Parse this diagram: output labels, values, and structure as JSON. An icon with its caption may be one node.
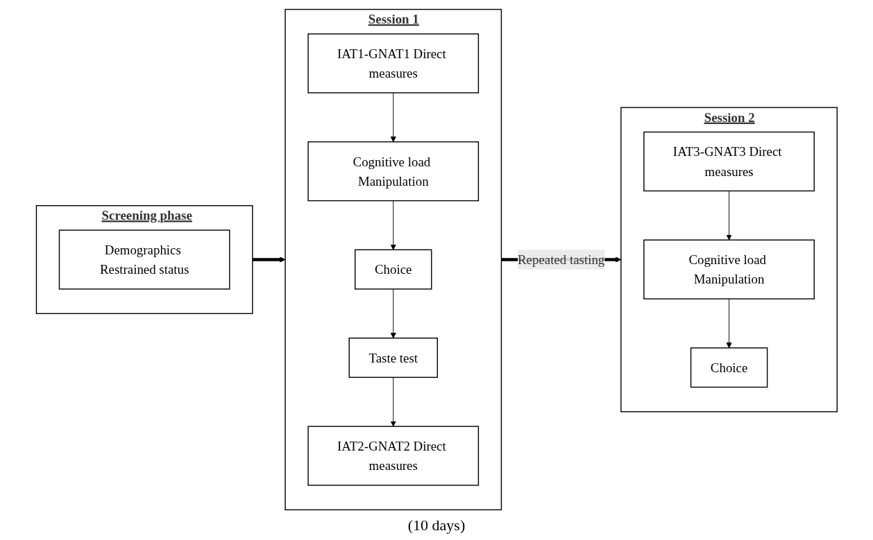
{
  "diagram": {
    "nodes": [
      {
        "text": [
          "Screening phase"
        ]
      },
      {
        "text": [
          "Demographics Restrained status"
        ],
        "in": 0
      },
      {
        "text": [
          "Session 1"
        ]
      },
      {
        "text": [
          "IAT1-GNAT1 Direct measures"
        ],
        "in": 2
      },
      {
        "text": [
          "Cognitive load Manipulation"
        ],
        "in": 2
      },
      {
        "text": [
          "Choice"
        ],
        "in": 2
      },
      {
        "text": [
          "Taste test"
        ],
        "in": 2
      },
      {
        "text": [
          "IAT2-GNAT2 Direct measures"
        ],
        "in": 2
      },
      {
        "text": [
          "Session 2"
        ]
      },
      {
        "text": [
          "IAT3-GNAT3 Direct measures"
        ],
        "in": 8
      },
      {
        "text": [
          "Cognitive load Manipulation"
        ],
        "in": 8
      },
      {
        "text": [
          "Choice"
        ],
        "in": 8
      }
    ],
    "edges": [
      {
        "from": 0,
        "to": 2,
        "arrow": "to",
        "style": "thick"
      },
      {
        "from": 3,
        "to": 4,
        "arrow": "to"
      },
      {
        "from": 4,
        "to": 5,
        "arrow": "to"
      },
      {
        "from": 5,
        "to": 6,
        "arrow": "to"
      },
      {
        "from": 6,
        "to": 7,
        "arrow": "to"
      },
      {
        "from": 2,
        "to": 8,
        "arrow": "to",
        "style": "thick",
        "label": "Repeated tasting"
      },
      {
        "from": 9,
        "to": 10,
        "arrow": "to"
      },
      {
        "from": 10,
        "to": 11,
        "arrow": "to"
      }
    ],
    "labels": [
      "(10 days)"
    ]
  }
}
